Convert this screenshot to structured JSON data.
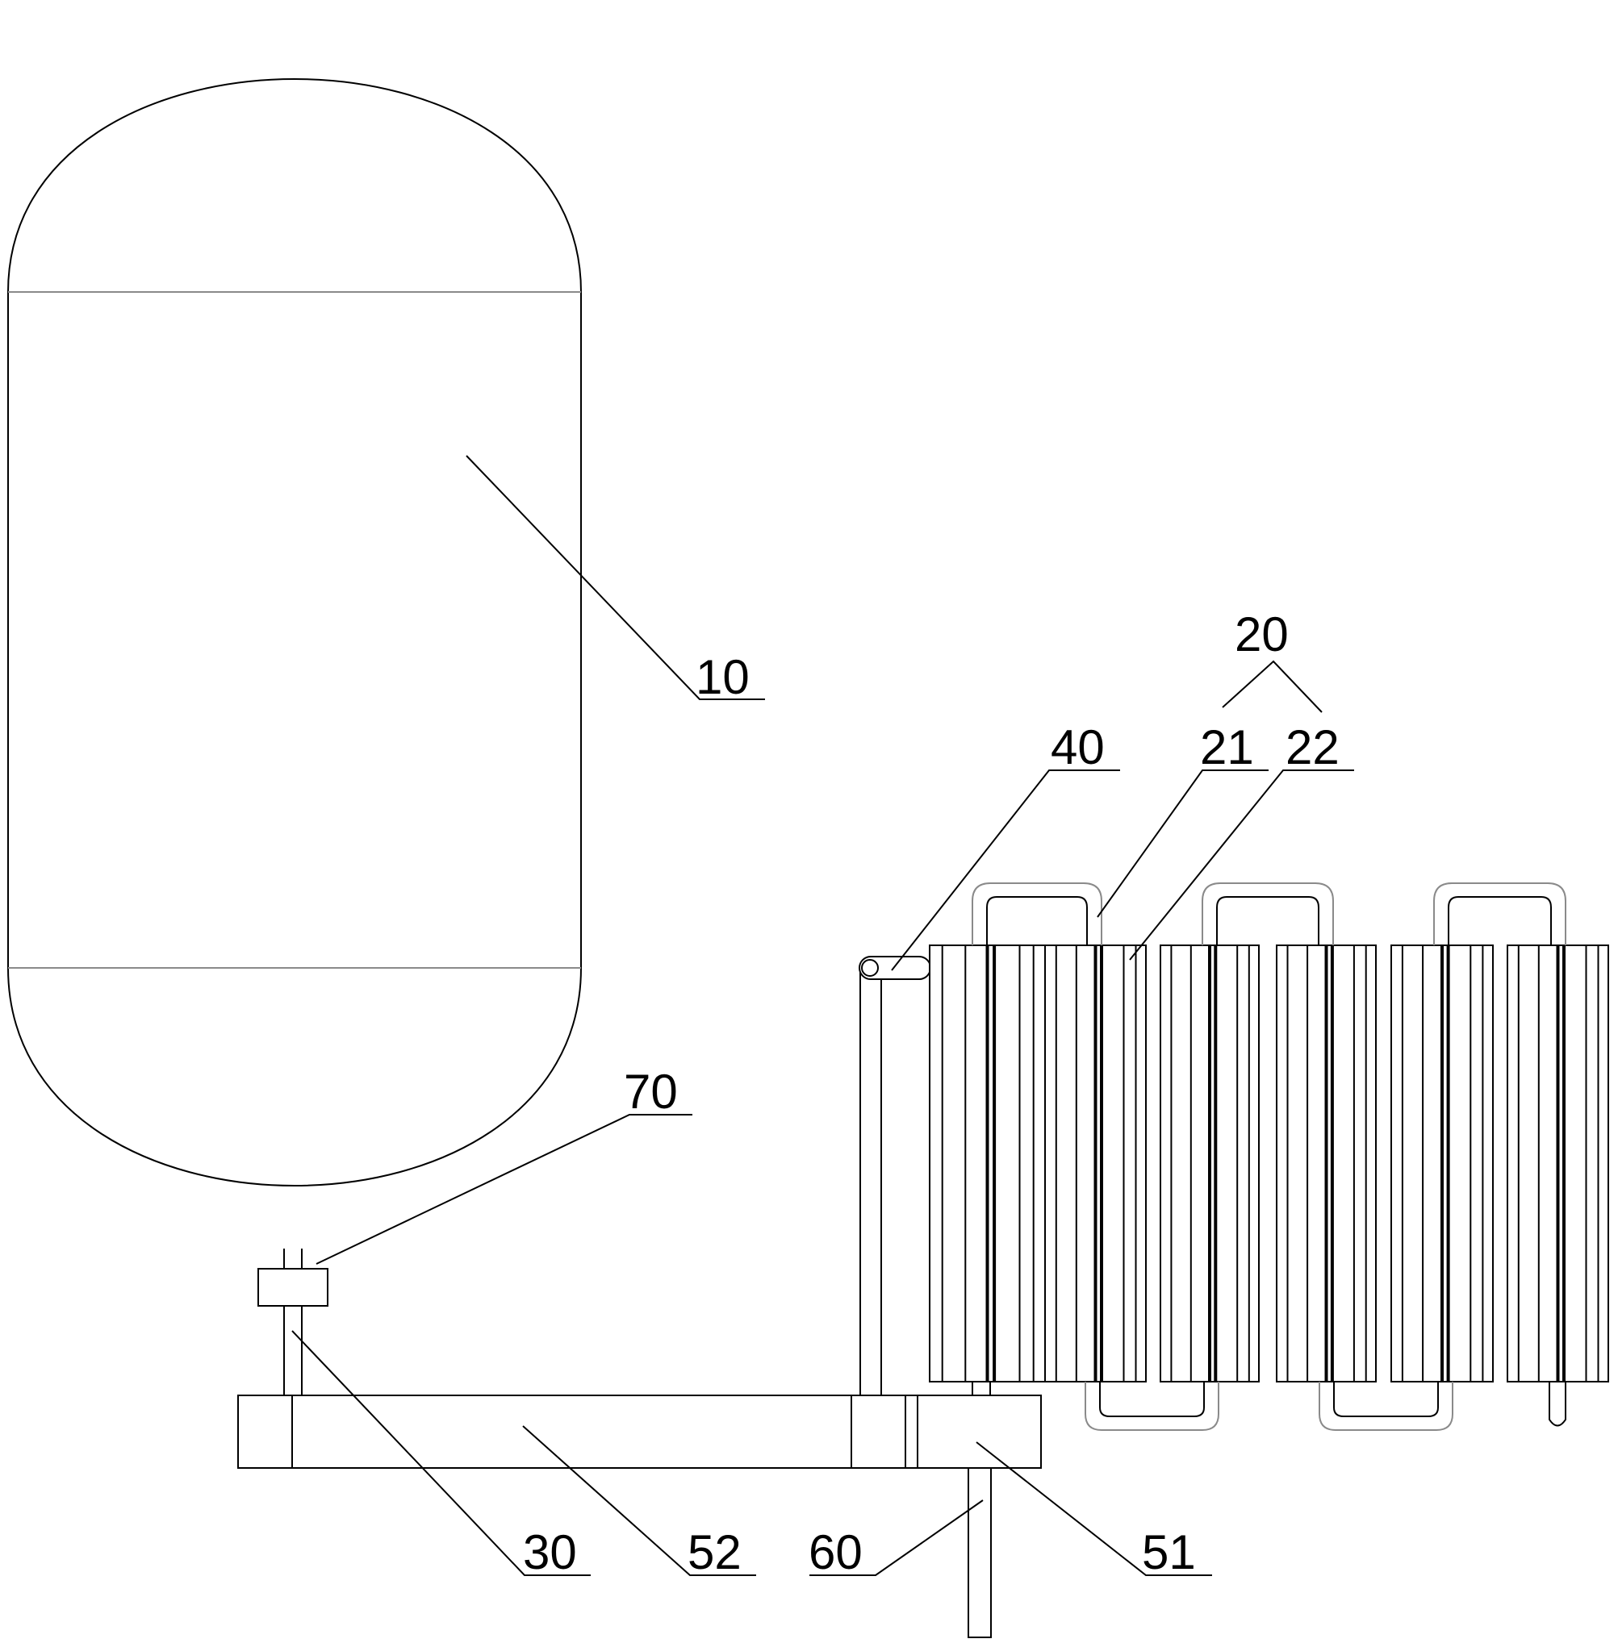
{
  "labels": {
    "tank": "10",
    "heater_group": "20",
    "heater_a": "21",
    "heater_b": "22",
    "pipe": "30",
    "valve_top": "40",
    "valve_bottom": "70",
    "manifold_right": "51",
    "manifold_main": "52",
    "outlet": "60"
  }
}
